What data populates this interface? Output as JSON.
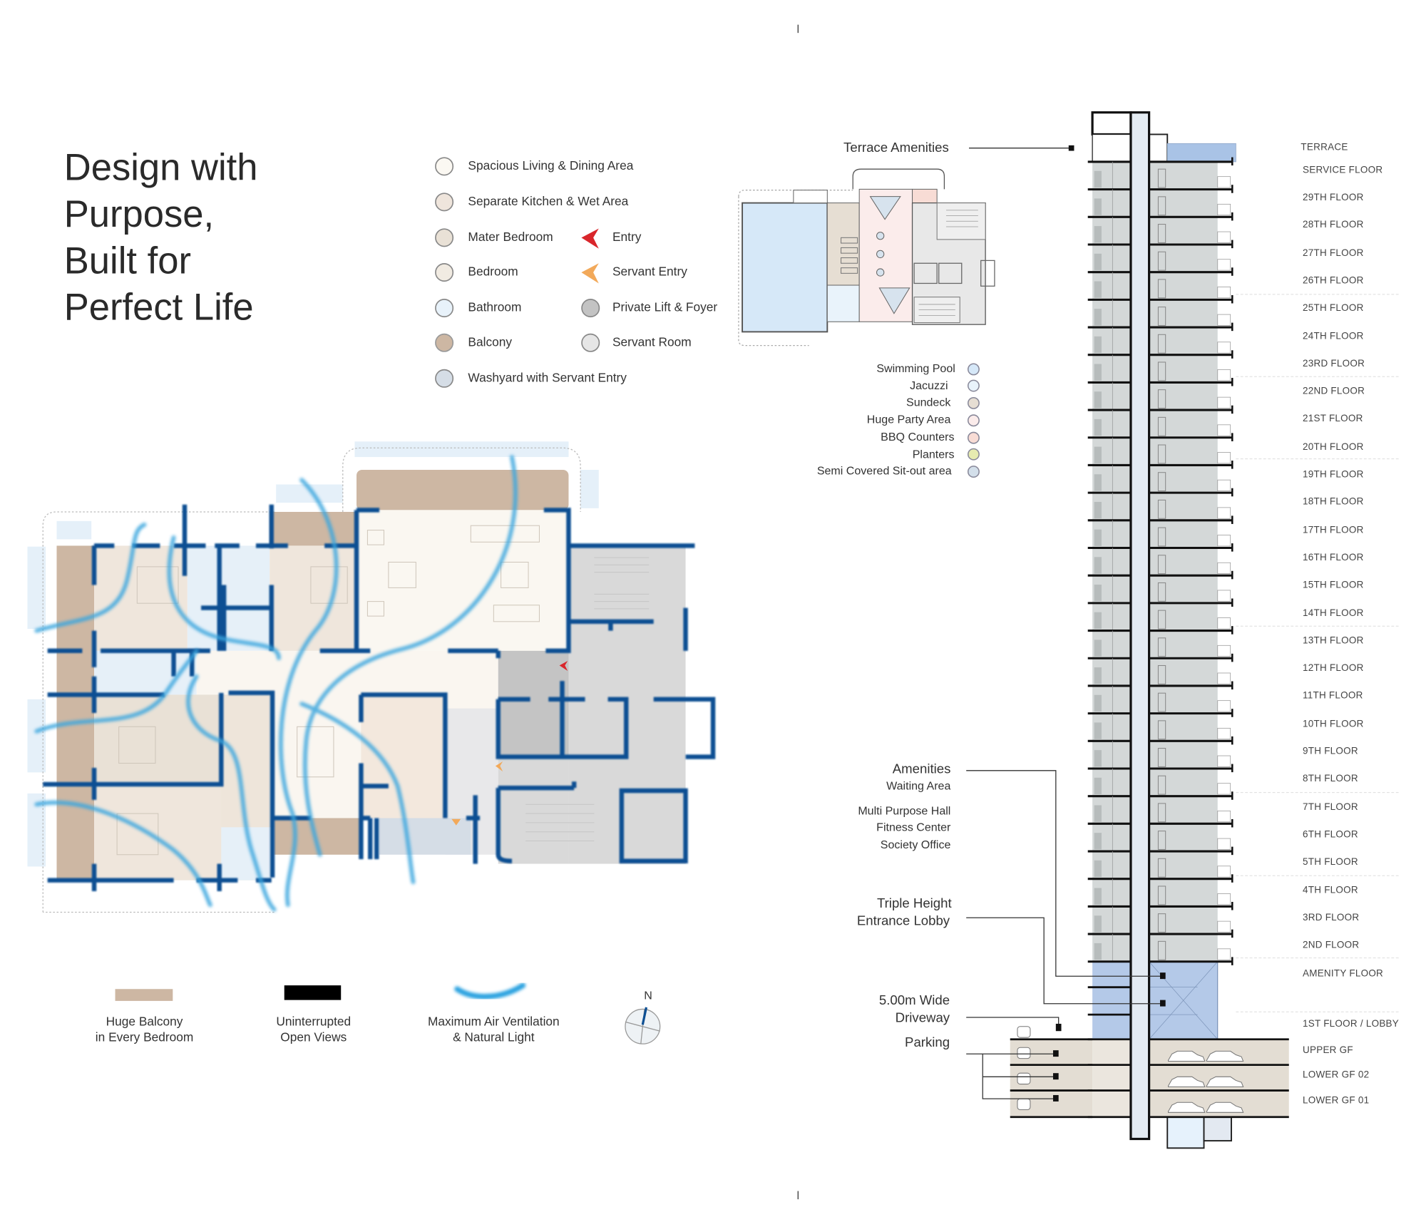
{
  "title": {
    "lines": [
      "Design with",
      "Purpose,",
      "Built for",
      "Perfect Life"
    ]
  },
  "legend": {
    "rooms": [
      {
        "label": "Spacious Living & Dining Area",
        "color": "#fbf8f2"
      },
      {
        "label": "Separate Kitchen & Wet Area",
        "color": "#efe5dc"
      },
      {
        "label": "Mater Bedroom",
        "color": "#e9e1d6"
      },
      {
        "label": "Bedroom",
        "color": "#f1ebe2"
      },
      {
        "label": "Bathroom",
        "color": "#e8f2fa"
      },
      {
        "label": "Balcony",
        "color": "#cdb7a3"
      },
      {
        "label": "Washyard with Servant Entry",
        "color": "#d5dde6"
      }
    ],
    "markers": [
      {
        "label": "Entry",
        "icon": "entry-arrow",
        "color": "#d9262b"
      },
      {
        "label": "Servant Entry",
        "icon": "servant-entry-arrow",
        "color": "#f2a95a"
      },
      {
        "label": "Private Lift & Foyer",
        "color": "#c3c3c3"
      },
      {
        "label": "Servant Room",
        "color": "#e6e6e6"
      }
    ]
  },
  "terrace": {
    "callout": "Terrace Amenities",
    "legend": [
      {
        "label": "Swimming Pool",
        "color": "#d6e8f8"
      },
      {
        "label": "Jacuzzi",
        "color": "#e9f3fb"
      },
      {
        "label": "Sundeck",
        "color": "#e6ded3"
      },
      {
        "label": "Huge Party Area",
        "color": "#fbeceb"
      },
      {
        "label": "BBQ Counters",
        "color": "#f8dcd5"
      },
      {
        "label": "Planters",
        "color": "#e6ebb0"
      },
      {
        "label": "Semi Covered Sit-out area",
        "color": "#d3dfea"
      }
    ]
  },
  "section": {
    "callouts": {
      "amenities": "Amenities",
      "amenities_items": [
        "Waiting Area",
        "Multi Purpose Hall",
        "Fitness Center",
        "Society Office"
      ],
      "lobby": [
        "Triple Height",
        "Entrance Lobby"
      ],
      "driveway": [
        "5.00m Wide",
        "Driveway"
      ],
      "parking": "Parking"
    },
    "floors": [
      "TERRACE",
      "SERVICE FLOOR",
      "29TH FLOOR",
      "28TH FLOOR",
      "27TH FLOOR",
      "26TH FLOOR",
      "25TH FLOOR",
      "24TH FLOOR",
      "23RD FLOOR",
      "22ND FLOOR",
      "21ST FLOOR",
      "20TH FLOOR",
      "19TH FLOOR",
      "18TH FLOOR",
      "17TH FLOOR",
      "16TH FLOOR",
      "15TH FLOOR",
      "14TH FLOOR",
      "13TH FLOOR",
      "12TH FLOOR",
      "11TH FLOOR",
      "10TH FLOOR",
      "9TH FLOOR",
      "8TH FLOOR",
      "7TH FLOOR",
      "6TH FLOOR",
      "5TH FLOOR",
      "4TH FLOOR",
      "3RD FLOOR",
      "2ND FLOOR",
      "AMENITY FLOOR",
      "1ST FLOOR / LOBBY",
      "UPPER GF",
      "LOWER GF 02",
      "LOWER GF 01"
    ]
  },
  "features": [
    {
      "line1": "Huge Balcony",
      "line2": "in Every Bedroom"
    },
    {
      "line1": "Uninterrupted",
      "line2": "Open Views"
    },
    {
      "line1": "Maximum Air Ventilation",
      "line2": "& Natural Light"
    }
  ],
  "compass": {
    "label": "N"
  },
  "colors": {
    "wall": "#0d4f93",
    "air": "#3aa6de",
    "balcony": "#cdb7a3",
    "amenity_blue": "#b4c9e8",
    "parking": "#e3ddd3"
  }
}
